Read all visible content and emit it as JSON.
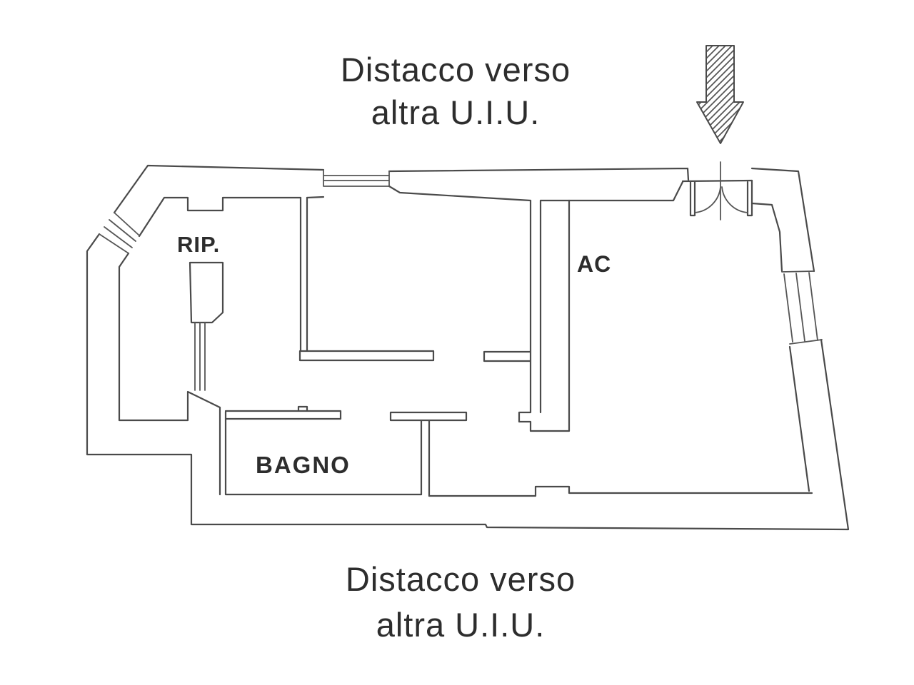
{
  "annotations": {
    "top_note": {
      "line1": "Distacco verso",
      "line2": "altra U.I.U."
    },
    "bottom_note": {
      "line1": "Distacco verso",
      "line2": "altra U.I.U."
    }
  },
  "rooms": {
    "rip": {
      "label": "RIP."
    },
    "ac": {
      "label": "AC"
    },
    "bagno": {
      "label": "BAGNO"
    }
  },
  "icons": {
    "entrance_arrow": "hatched-down-arrow",
    "entrance_door": "double-swing-door"
  },
  "colors": {
    "line": "#4a4a4a",
    "text": "#2d2d2d",
    "background": "#ffffff"
  }
}
